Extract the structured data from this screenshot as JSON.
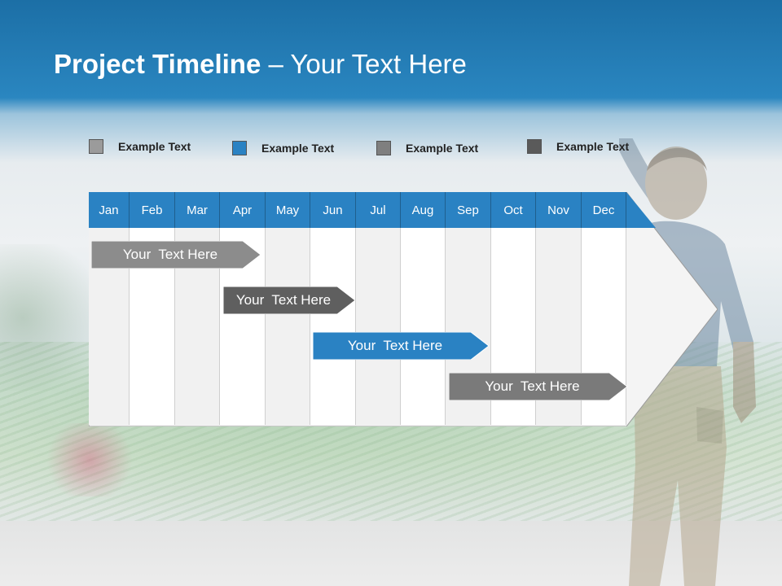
{
  "slide": {
    "title_bold": "Project Timeline",
    "title_rest": " – Your Text Here"
  },
  "legend": [
    {
      "label": "Example Text",
      "color": "#9b9b9b"
    },
    {
      "label": "Example Text",
      "color": "#2a82c3"
    },
    {
      "label": "Example Text",
      "color": "#7f7f7f"
    },
    {
      "label": "Example Text",
      "color": "#5a5a5a"
    }
  ],
  "timeline": {
    "months": [
      "Jan",
      "Feb",
      "Mar",
      "Apr",
      "May",
      "Jun",
      "Jul",
      "Aug",
      "Sep",
      "Oct",
      "Nov",
      "Dec"
    ],
    "header_color": "#2a82c3",
    "tasks": [
      {
        "label": "Your  Text Here",
        "color": "#8c8c8c"
      },
      {
        "label": "Your  Text Here",
        "color": "#5f5f5f"
      },
      {
        "label": "Your  Text Here",
        "color": "#2a82c3"
      },
      {
        "label": "Your  Text Here",
        "color": "#7a7a7a"
      }
    ]
  }
}
